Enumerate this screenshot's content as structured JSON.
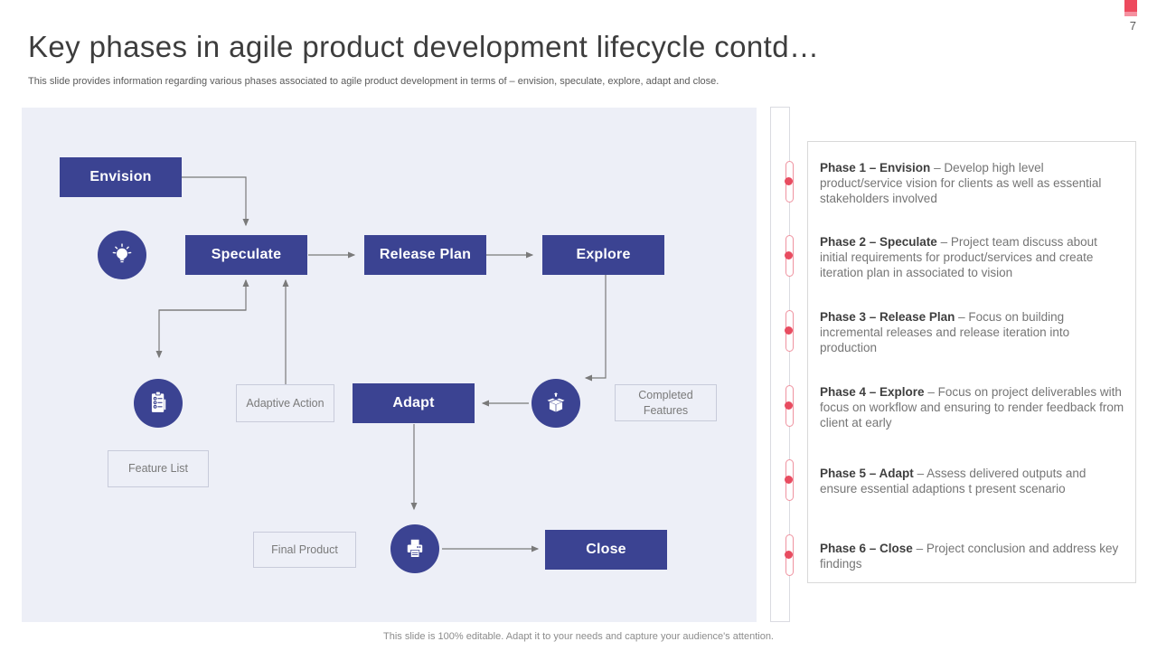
{
  "page": {
    "number": "7"
  },
  "header": {
    "title": "Key phases in agile product development lifecycle contd…",
    "subtitle": "This slide provides information regarding various phases associated to agile product development in terms of – envision, speculate, explore, adapt and close."
  },
  "flowchart": {
    "nodes": {
      "envision": "Envision",
      "speculate": "Speculate",
      "release_plan": "Release Plan",
      "explore": "Explore",
      "adapt": "Adapt",
      "close": "Close"
    },
    "labels": {
      "adaptive_action": "Adaptive Action",
      "completed_features": "Completed Features",
      "feature_list": "Feature List",
      "final_product": "Final Product"
    },
    "icons": [
      "lightbulb-icon",
      "checklist-clipboard-icon",
      "open-box-icon",
      "printer-icon"
    ]
  },
  "phases": [
    {
      "title": "Phase 1 – Envision",
      "description": "– Develop high level product/service vision for clients as well as essential stakeholders involved"
    },
    {
      "title": "Phase 2 – Speculate",
      "description": "– Project team discuss about initial requirements for product/services and create iteration plan in associated to vision"
    },
    {
      "title": "Phase 3 – Release Plan",
      "description": "– Focus on building incremental releases and release iteration into production"
    },
    {
      "title": "Phase 4 – Explore",
      "description": "– Focus on project deliverables with focus on workflow and ensuring to render feedback from client at early"
    },
    {
      "title": "Phase 5 – Adapt",
      "description": "– Assess delivered outputs and ensure essential adaptions t present scenario"
    },
    {
      "title": "Phase 6 – Close",
      "description": "– Project conclusion and address key findings"
    }
  ],
  "footer": {
    "text": "This slide is 100% editable. Adapt it to your needs and capture your audience's attention."
  },
  "colors": {
    "indigo": "#3b4392",
    "panel_bg": "#edeff7",
    "accent_red": "#ed4a5e",
    "accent_red_light": "#f591a0",
    "marker_dot": "#e84c60",
    "capsule_outline": "#ef93a0",
    "arrow_gray": "#7a7a7a"
  }
}
